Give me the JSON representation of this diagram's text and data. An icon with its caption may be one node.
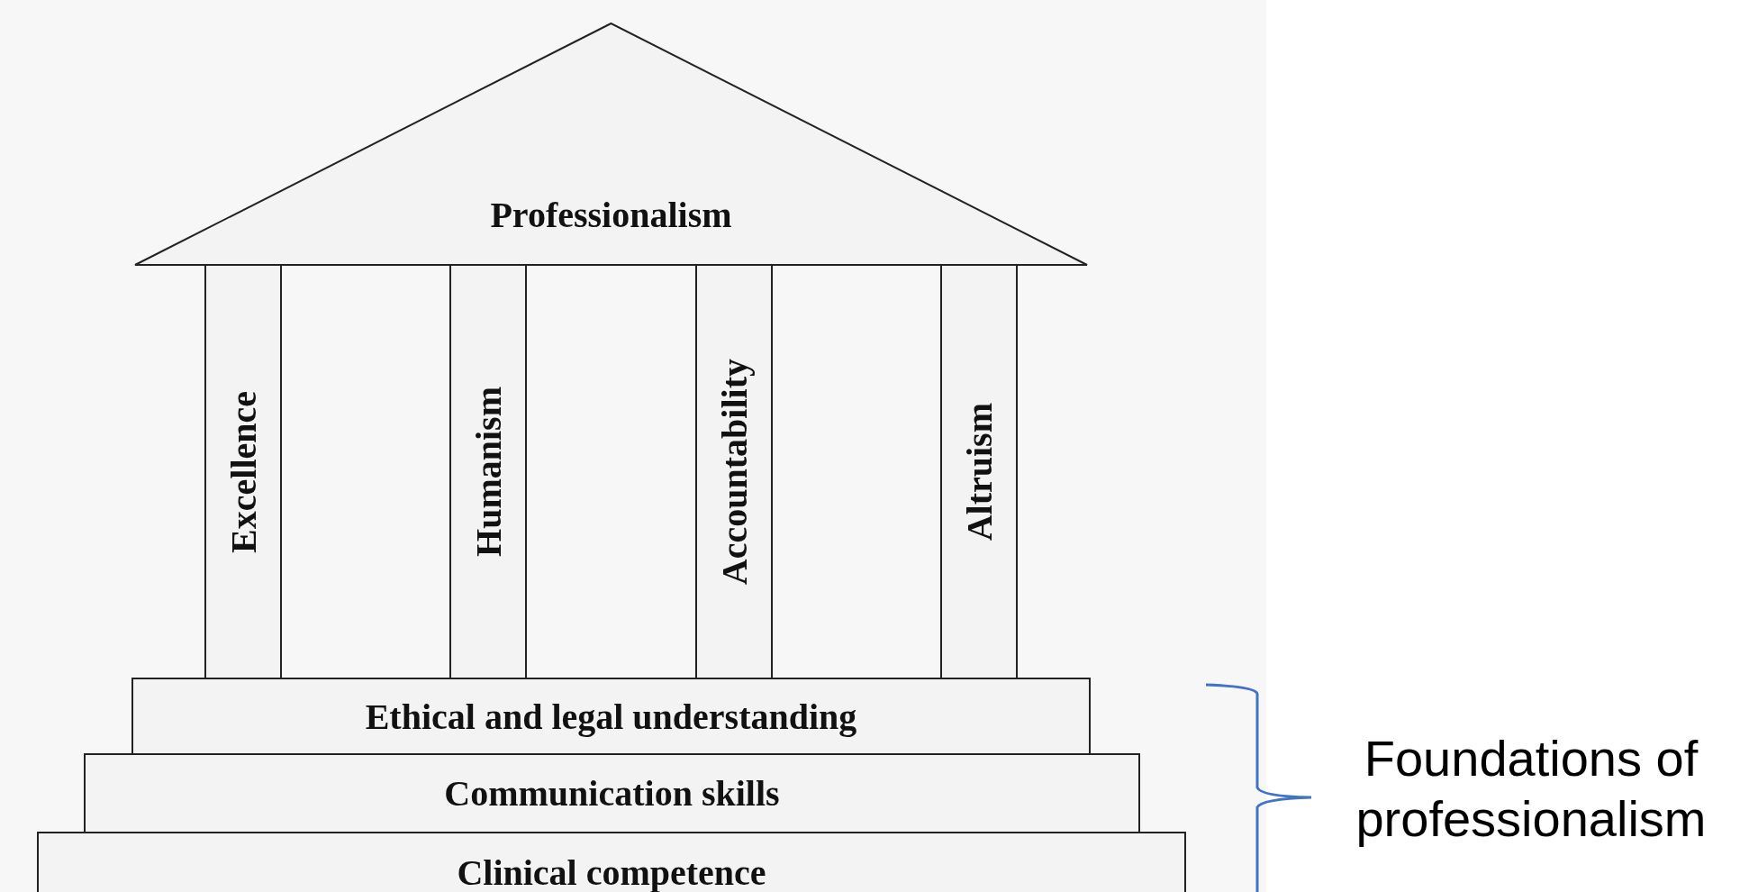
{
  "diagram": {
    "nodes": [
      {
        "text": [
          "Professionalism"
        ]
      },
      {
        "text": [
          "Excellence"
        ]
      },
      {
        "text": [
          "Humanism"
        ]
      },
      {
        "text": [
          "Accountability"
        ]
      },
      {
        "text": [
          "Altruism"
        ]
      },
      {
        "text": [
          "Ethical and legal understanding"
        ]
      },
      {
        "text": [
          "Communication skills"
        ]
      },
      {
        "text": [
          "Clinical competence"
        ]
      }
    ],
    "edges": [],
    "labels": [
      "Foundations of professionalism"
    ]
  }
}
